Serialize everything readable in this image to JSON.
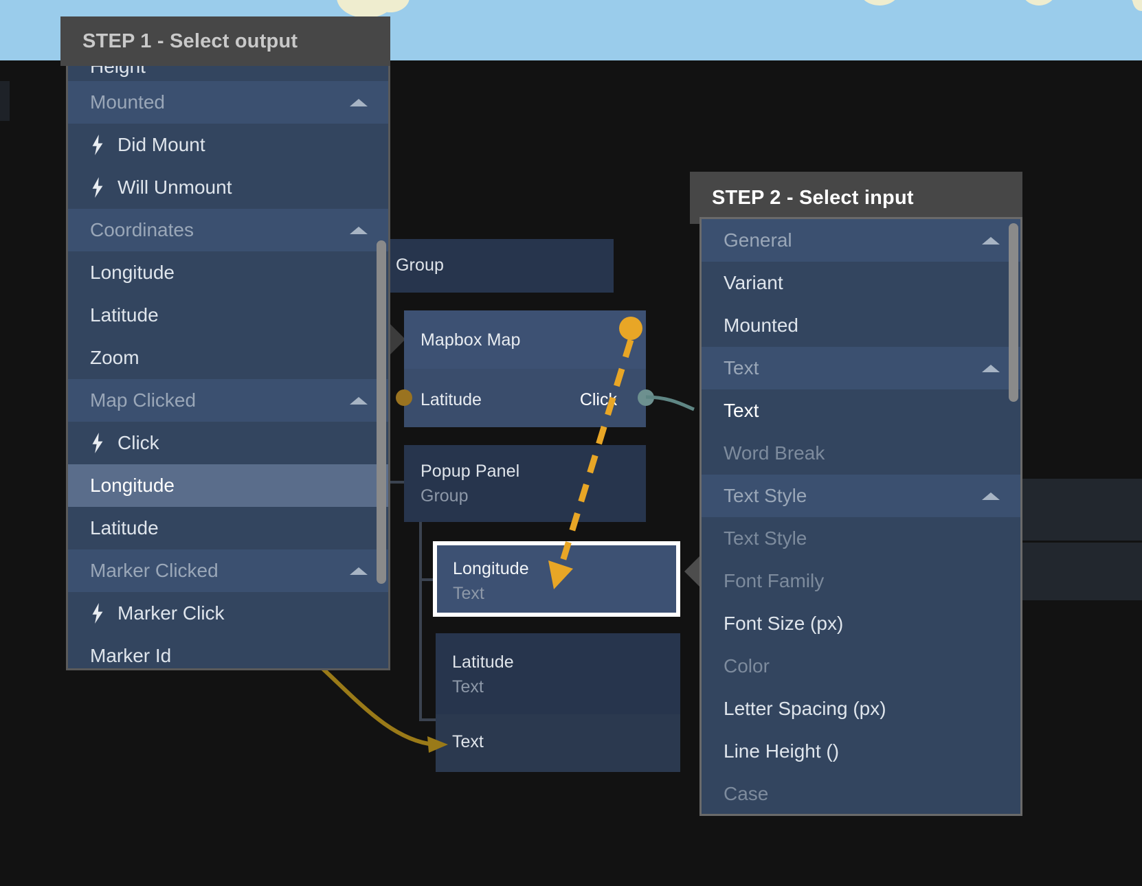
{
  "background": {
    "map_band_color": "#9ACCEB",
    "canvas_color": "#121212"
  },
  "graph": {
    "nodes": [
      {
        "title": "Group",
        "subtitle": "",
        "kind": "group-partial"
      },
      {
        "title": "Mapbox Map",
        "subtitle": "",
        "kind": "component",
        "input_port_label": "Latitude",
        "output_port_label": "Click",
        "input_port_color": "#9a7320",
        "output_port_color": "#6d908f"
      },
      {
        "title": "Popup Panel",
        "subtitle": "Group",
        "kind": "group"
      },
      {
        "title": "Longitude",
        "subtitle": "Text",
        "kind": "component",
        "selected": true
      },
      {
        "title": "Latitude",
        "subtitle": "Text",
        "kind": "component"
      },
      {
        "title": "Text",
        "subtitle": "",
        "kind": "property-row"
      }
    ],
    "connection_color": "#E8A626",
    "wire_color": "#5f8684",
    "curve_color": "#9a7a18"
  },
  "step1": {
    "title": "STEP 1 - Select output",
    "items": [
      {
        "label": "Height",
        "type": "option",
        "clipped": true
      },
      {
        "label": "Mounted",
        "type": "group",
        "collapsible": true
      },
      {
        "label": "Did Mount",
        "type": "event"
      },
      {
        "label": "Will Unmount",
        "type": "event"
      },
      {
        "label": "Coordinates",
        "type": "group",
        "collapsible": true
      },
      {
        "label": "Longitude",
        "type": "option"
      },
      {
        "label": "Latitude",
        "type": "option"
      },
      {
        "label": "Zoom",
        "type": "option"
      },
      {
        "label": "Map Clicked",
        "type": "group",
        "collapsible": true
      },
      {
        "label": "Click",
        "type": "event"
      },
      {
        "label": "Longitude",
        "type": "option",
        "selected": true
      },
      {
        "label": "Latitude",
        "type": "option"
      },
      {
        "label": "Marker Clicked",
        "type": "group",
        "collapsible": true
      },
      {
        "label": "Marker Click",
        "type": "event"
      },
      {
        "label": "Marker Id",
        "type": "option",
        "clipped": true
      }
    ]
  },
  "step2": {
    "title": "STEP 2 - Select input",
    "items": [
      {
        "label": "General",
        "type": "group",
        "collapsible": true
      },
      {
        "label": "Variant",
        "type": "option"
      },
      {
        "label": "Mounted",
        "type": "option"
      },
      {
        "label": "Text",
        "type": "group",
        "collapsible": true
      },
      {
        "label": "Text",
        "type": "option",
        "selected": true
      },
      {
        "label": "Word Break",
        "type": "option",
        "disabled": true
      },
      {
        "label": "Text Style",
        "type": "group",
        "collapsible": true
      },
      {
        "label": "Text Style",
        "type": "option",
        "disabled": true
      },
      {
        "label": "Font Family",
        "type": "option",
        "disabled": true
      },
      {
        "label": "Font Size (px)",
        "type": "option"
      },
      {
        "label": "Color",
        "type": "option",
        "disabled": true
      },
      {
        "label": "Letter Spacing (px)",
        "type": "option"
      },
      {
        "label": "Line Height ()",
        "type": "option"
      },
      {
        "label": "Case",
        "type": "option",
        "disabled": true
      }
    ]
  }
}
